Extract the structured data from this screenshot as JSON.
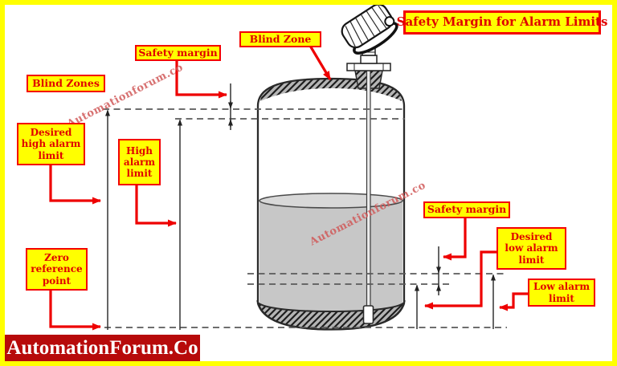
{
  "header": {
    "title": "Safety Margin for Alarm Limits"
  },
  "callouts": {
    "blind_zone": {
      "label": "Blind Zone"
    },
    "safety_margin_top": {
      "label": "Safety margin"
    },
    "blind_zones": {
      "label": "Blind Zones"
    },
    "desired_high_alarm": {
      "label": "Desired high alarm limit"
    },
    "high_alarm": {
      "label": "High alarm limit"
    },
    "zero_reference": {
      "label": "Zero reference point"
    },
    "safety_margin_low": {
      "label": "Safety margin"
    },
    "desired_low_alarm": {
      "label": "Desired low alarm limit"
    },
    "low_alarm": {
      "label": "Low alarm limit"
    }
  },
  "watermark": {
    "text": "Automationforum.co"
  },
  "footer": {
    "brand": "AutomationForum.Co"
  },
  "colors": {
    "frame_border": "#ffff00",
    "label_bg": "#ffff00",
    "label_border": "#f40000",
    "label_text": "#e00000",
    "arrow_red": "#ee0000",
    "dimension_line": "#333333",
    "dashed_line": "#5a5a5a",
    "tank_outline": "#2a2a2a",
    "liquid_fill": "#c7c7c7",
    "liquid_surface": "#d8d8d8",
    "hatch_bg": "#b5b5b5",
    "banner_bg": "#b70a0a",
    "banner_text": "#ffffff",
    "watermark_text": "#d05858"
  }
}
